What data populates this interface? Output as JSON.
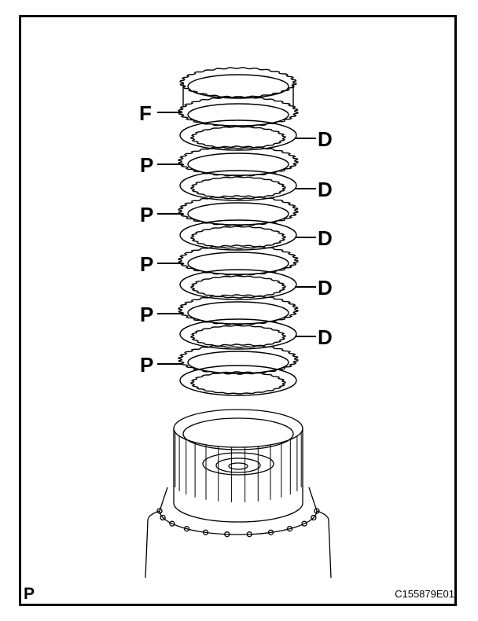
{
  "labels": {
    "flange": "F",
    "plates": [
      "P",
      "P",
      "P",
      "P",
      "P"
    ],
    "discs": [
      "D",
      "D",
      "D",
      "D",
      "D"
    ]
  },
  "corner_label": "P",
  "figure_code": "C155879E01"
}
